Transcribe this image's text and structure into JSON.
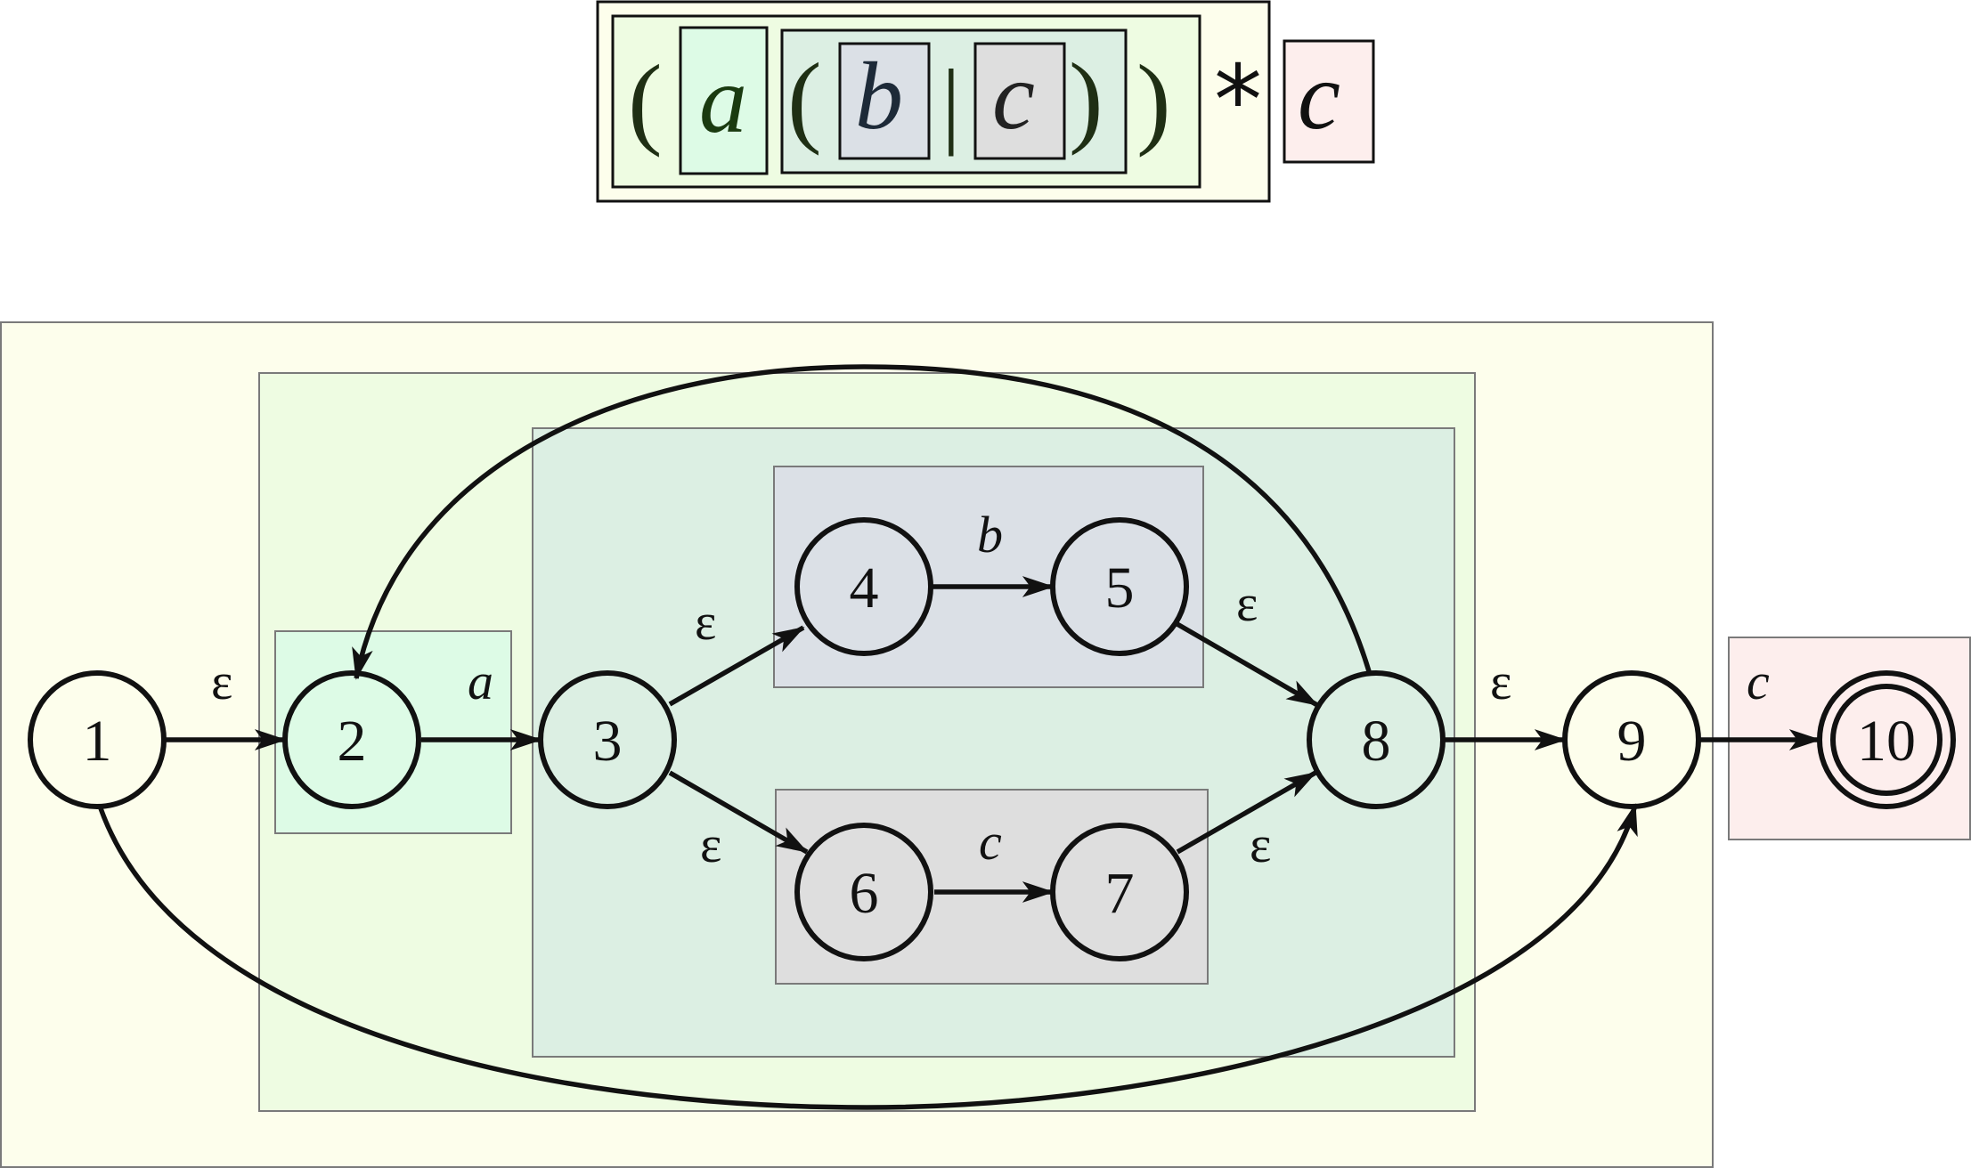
{
  "regex": {
    "open_outer": "(",
    "sym_a": "a",
    "open_inner": "(",
    "sym_b": "b",
    "alt": "|",
    "sym_c": "c",
    "close_inner": ")",
    "close_outer": ")",
    "star": "*",
    "sym_c_final": "c"
  },
  "states": [
    {
      "id": "s1",
      "label": "1",
      "accepting": false
    },
    {
      "id": "s2",
      "label": "2",
      "accepting": false
    },
    {
      "id": "s3",
      "label": "3",
      "accepting": false
    },
    {
      "id": "s4",
      "label": "4",
      "accepting": false
    },
    {
      "id": "s5",
      "label": "5",
      "accepting": false
    },
    {
      "id": "s6",
      "label": "6",
      "accepting": false
    },
    {
      "id": "s7",
      "label": "7",
      "accepting": false
    },
    {
      "id": "s8",
      "label": "8",
      "accepting": false
    },
    {
      "id": "s9",
      "label": "9",
      "accepting": false
    },
    {
      "id": "s10",
      "label": "10",
      "accepting": true
    }
  ],
  "transitions": [
    {
      "from": "1",
      "to": "2",
      "label": "ε"
    },
    {
      "from": "2",
      "to": "3",
      "label": "a"
    },
    {
      "from": "3",
      "to": "4",
      "label": "ε"
    },
    {
      "from": "3",
      "to": "6",
      "label": "ε"
    },
    {
      "from": "4",
      "to": "5",
      "label": "b"
    },
    {
      "from": "6",
      "to": "7",
      "label": "c"
    },
    {
      "from": "5",
      "to": "8",
      "label": "ε"
    },
    {
      "from": "7",
      "to": "8",
      "label": "ε"
    },
    {
      "from": "8",
      "to": "9",
      "label": "ε"
    },
    {
      "from": "9",
      "to": "10",
      "label": "c"
    },
    {
      "from": "8",
      "to": "2",
      "label": ""
    },
    {
      "from": "1",
      "to": "9",
      "label": ""
    }
  ],
  "colors": {
    "outer_fill": "#fdfeec",
    "star_fill": "#eefce2",
    "a_fill": "#ddfbe6",
    "bc_fill": "#dcefe3",
    "b_fill": "#dbe0e6",
    "c_fill": "#dedede",
    "final_c_fill": "#fdeeed",
    "border": "#7a7a7a"
  }
}
